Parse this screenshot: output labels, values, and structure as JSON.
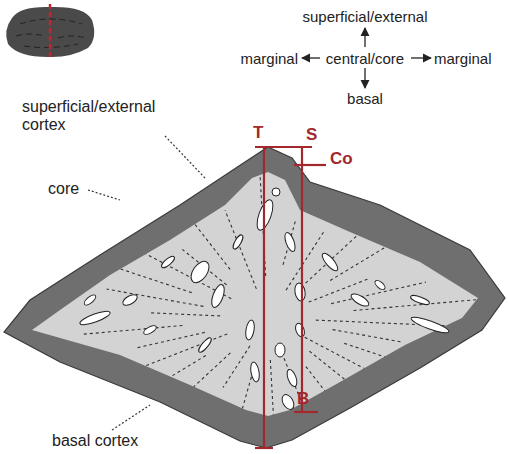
{
  "diagram": {
    "labels": [
      "superficial/external",
      "marginal",
      "central/core",
      "marginal",
      "basal",
      "T",
      "S",
      "Co",
      "B",
      "superficial/external cortex",
      "core",
      "basal cortex"
    ]
  }
}
